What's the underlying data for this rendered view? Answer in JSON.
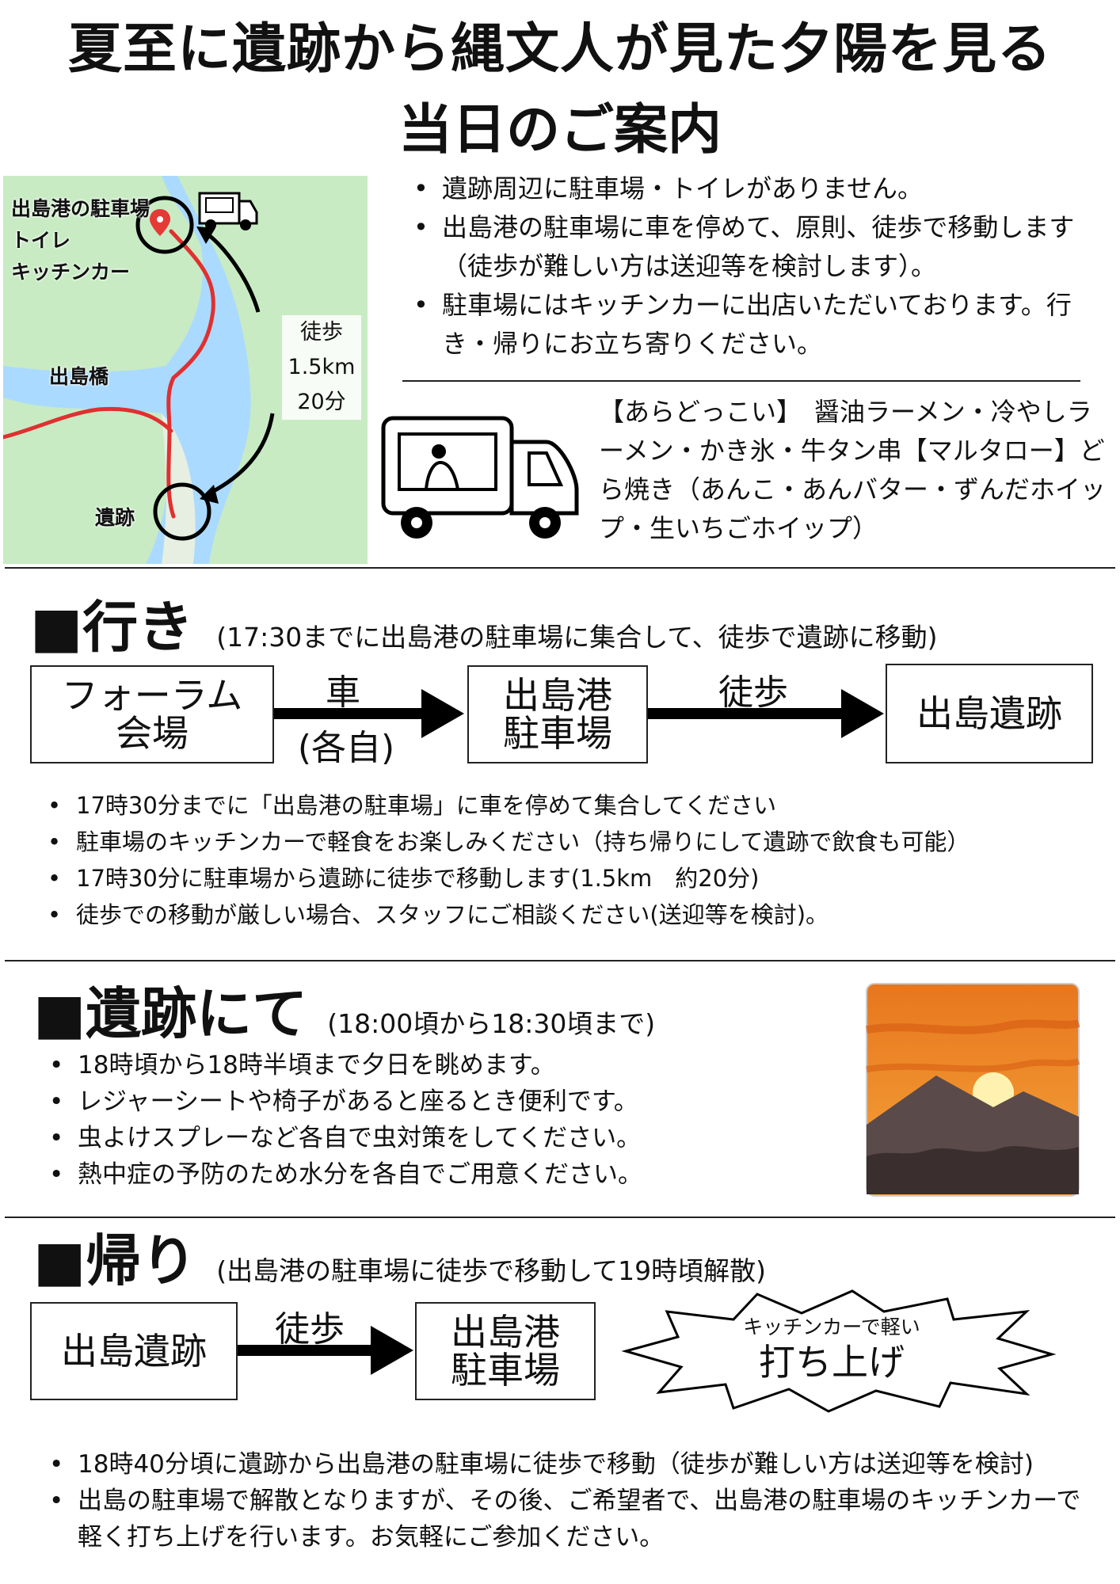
{
  "title": {
    "line1": "夏至に遺跡から縄文人が見た夕陽を見る",
    "line2": "当日のご案内"
  },
  "map": {
    "labels": [
      "出島港の駐車場",
      "トイレ",
      "キッチンカー"
    ],
    "bridge_label": "出島橋",
    "ruins_label": "遺跡",
    "walk_info": [
      "徒歩",
      "1.5km",
      "20分"
    ],
    "colors": {
      "water": "#aadaff",
      "land": "#c8ebc4",
      "route": "#e03030",
      "pin": "#e53935"
    },
    "icons": [
      "location-pin-icon",
      "food-truck-icon",
      "walk-arrow-icon"
    ]
  },
  "intro": {
    "bullets": [
      "遺跡周辺に駐車場・トイレがありません。",
      "出島港の駐車場に車を停めて、原則、徒歩で移動します（徒歩が難しい方は送迎等を検討します）。",
      "駐車場にはキッチンカーに出店いただいております。行き・帰りにお立ち寄りください。"
    ]
  },
  "kitchen": {
    "text": "【あらどっこい】　醤油ラーメン・冷やしラーメン・かき氷・牛タン串【マルタロー】どら焼き（あんこ・あんバター・ずんだホイップ・生いちごホイップ）"
  },
  "going": {
    "heading": "■行き",
    "subtitle": "(17:30までに出島港の駐車場に集合して、徒歩で遺跡に移動)",
    "flow": {
      "box1": [
        "フォーラム",
        "会場"
      ],
      "arrow1_top": "車",
      "arrow1_bottom": "(各自)",
      "box2": [
        "出島港",
        "駐車場"
      ],
      "arrow2_top": "徒歩",
      "box3": "出島遺跡"
    },
    "bullets": [
      "17時30分までに「出島港の駐車場」に車を停めて集合してください",
      "駐車場のキッチンカーで軽食をお楽しみください（持ち帰りにして遺跡で飲食も可能）",
      "17時30分に駐車場から遺跡に徒歩で移動します(1.5km　約20分)",
      "徒歩での移動が厳しい場合、スタッフにご相談ください(送迎等を検討)。"
    ]
  },
  "at_site": {
    "heading": "■遺跡にて",
    "subtitle": "(18:00頃から18:30頃まで)",
    "bullets": [
      "18時頃から18時半頃まで夕日を眺めます。",
      "レジャーシートや椅子があると座るとき便利です。",
      "虫よけスプレーなど各自で虫対策をしてください。",
      "熱中症の予防のため水分を各自でご用意ください。"
    ],
    "sunset_colors": {
      "sky_top": "#e8761e",
      "sky_bottom": "#f4a53a",
      "mountain": "#5a4a4a",
      "sun": "#fff2b0",
      "forest": "#3a2e2e"
    }
  },
  "return": {
    "heading": "■帰り",
    "subtitle": "(出島港の駐車場に徒歩で移動して19時頃解散)",
    "flow": {
      "box1": "出島遺跡",
      "arrow_top": "徒歩",
      "box2": [
        "出島港",
        "駐車場"
      ],
      "burst_small": "キッチンカーで軽い",
      "burst_big": "打ち上げ"
    },
    "bullets": [
      "18時40分頃に遺跡から出島港の駐車場に徒歩で移動（徒歩が難しい方は送迎等を検討)",
      "出島の駐車場で解散となりますが、その後、ご希望者で、出島港の駐車場のキッチンカーで軽く打ち上げを行います。お気軽にご参加ください。"
    ]
  }
}
